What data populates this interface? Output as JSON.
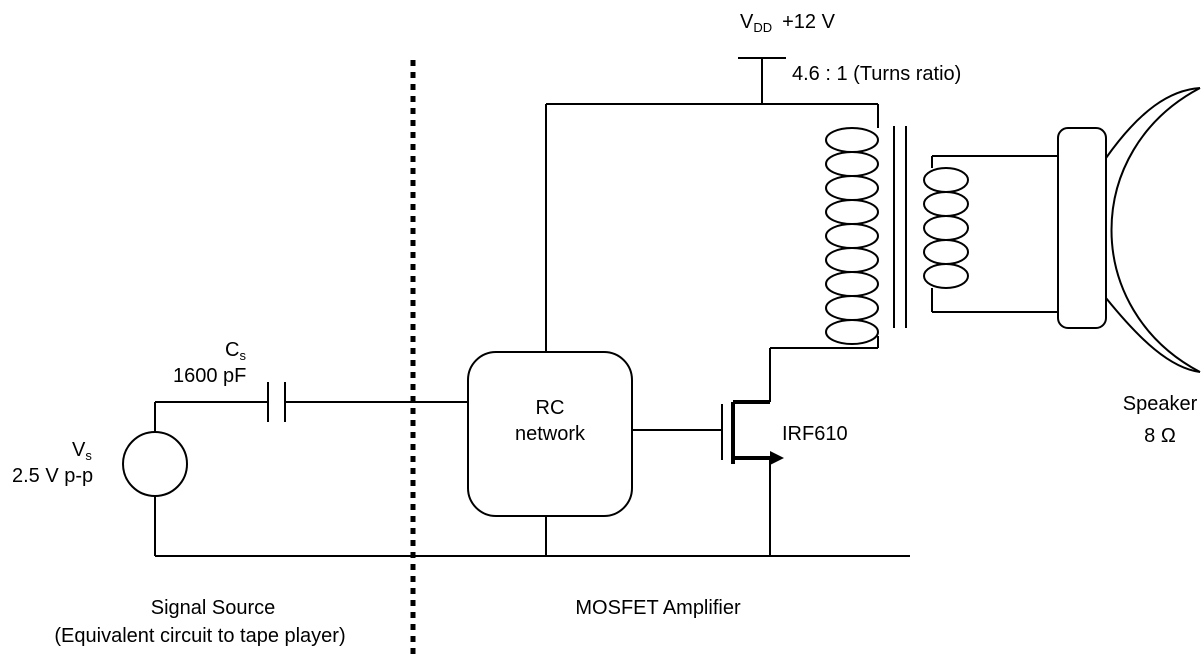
{
  "vdd": {
    "symbol": "V",
    "subscript": "DD",
    "value": "+12 V"
  },
  "transformer": {
    "ratio": "4.6 : 1 (Turns ratio)"
  },
  "capacitor": {
    "symbol": "C",
    "subscript": "s",
    "value": "1600 pF"
  },
  "source": {
    "symbol": "V",
    "subscript": "s",
    "value": "2.5 V p-p"
  },
  "rc_network": {
    "line1": "RC",
    "line2": "network"
  },
  "mosfet": {
    "part": "IRF610"
  },
  "speaker": {
    "label": "Speaker",
    "impedance": "8 Ω"
  },
  "sections": {
    "left_line1": "Signal Source",
    "left_line2": "(Equivalent circuit to tape player)",
    "right": "MOSFET Amplifier"
  }
}
